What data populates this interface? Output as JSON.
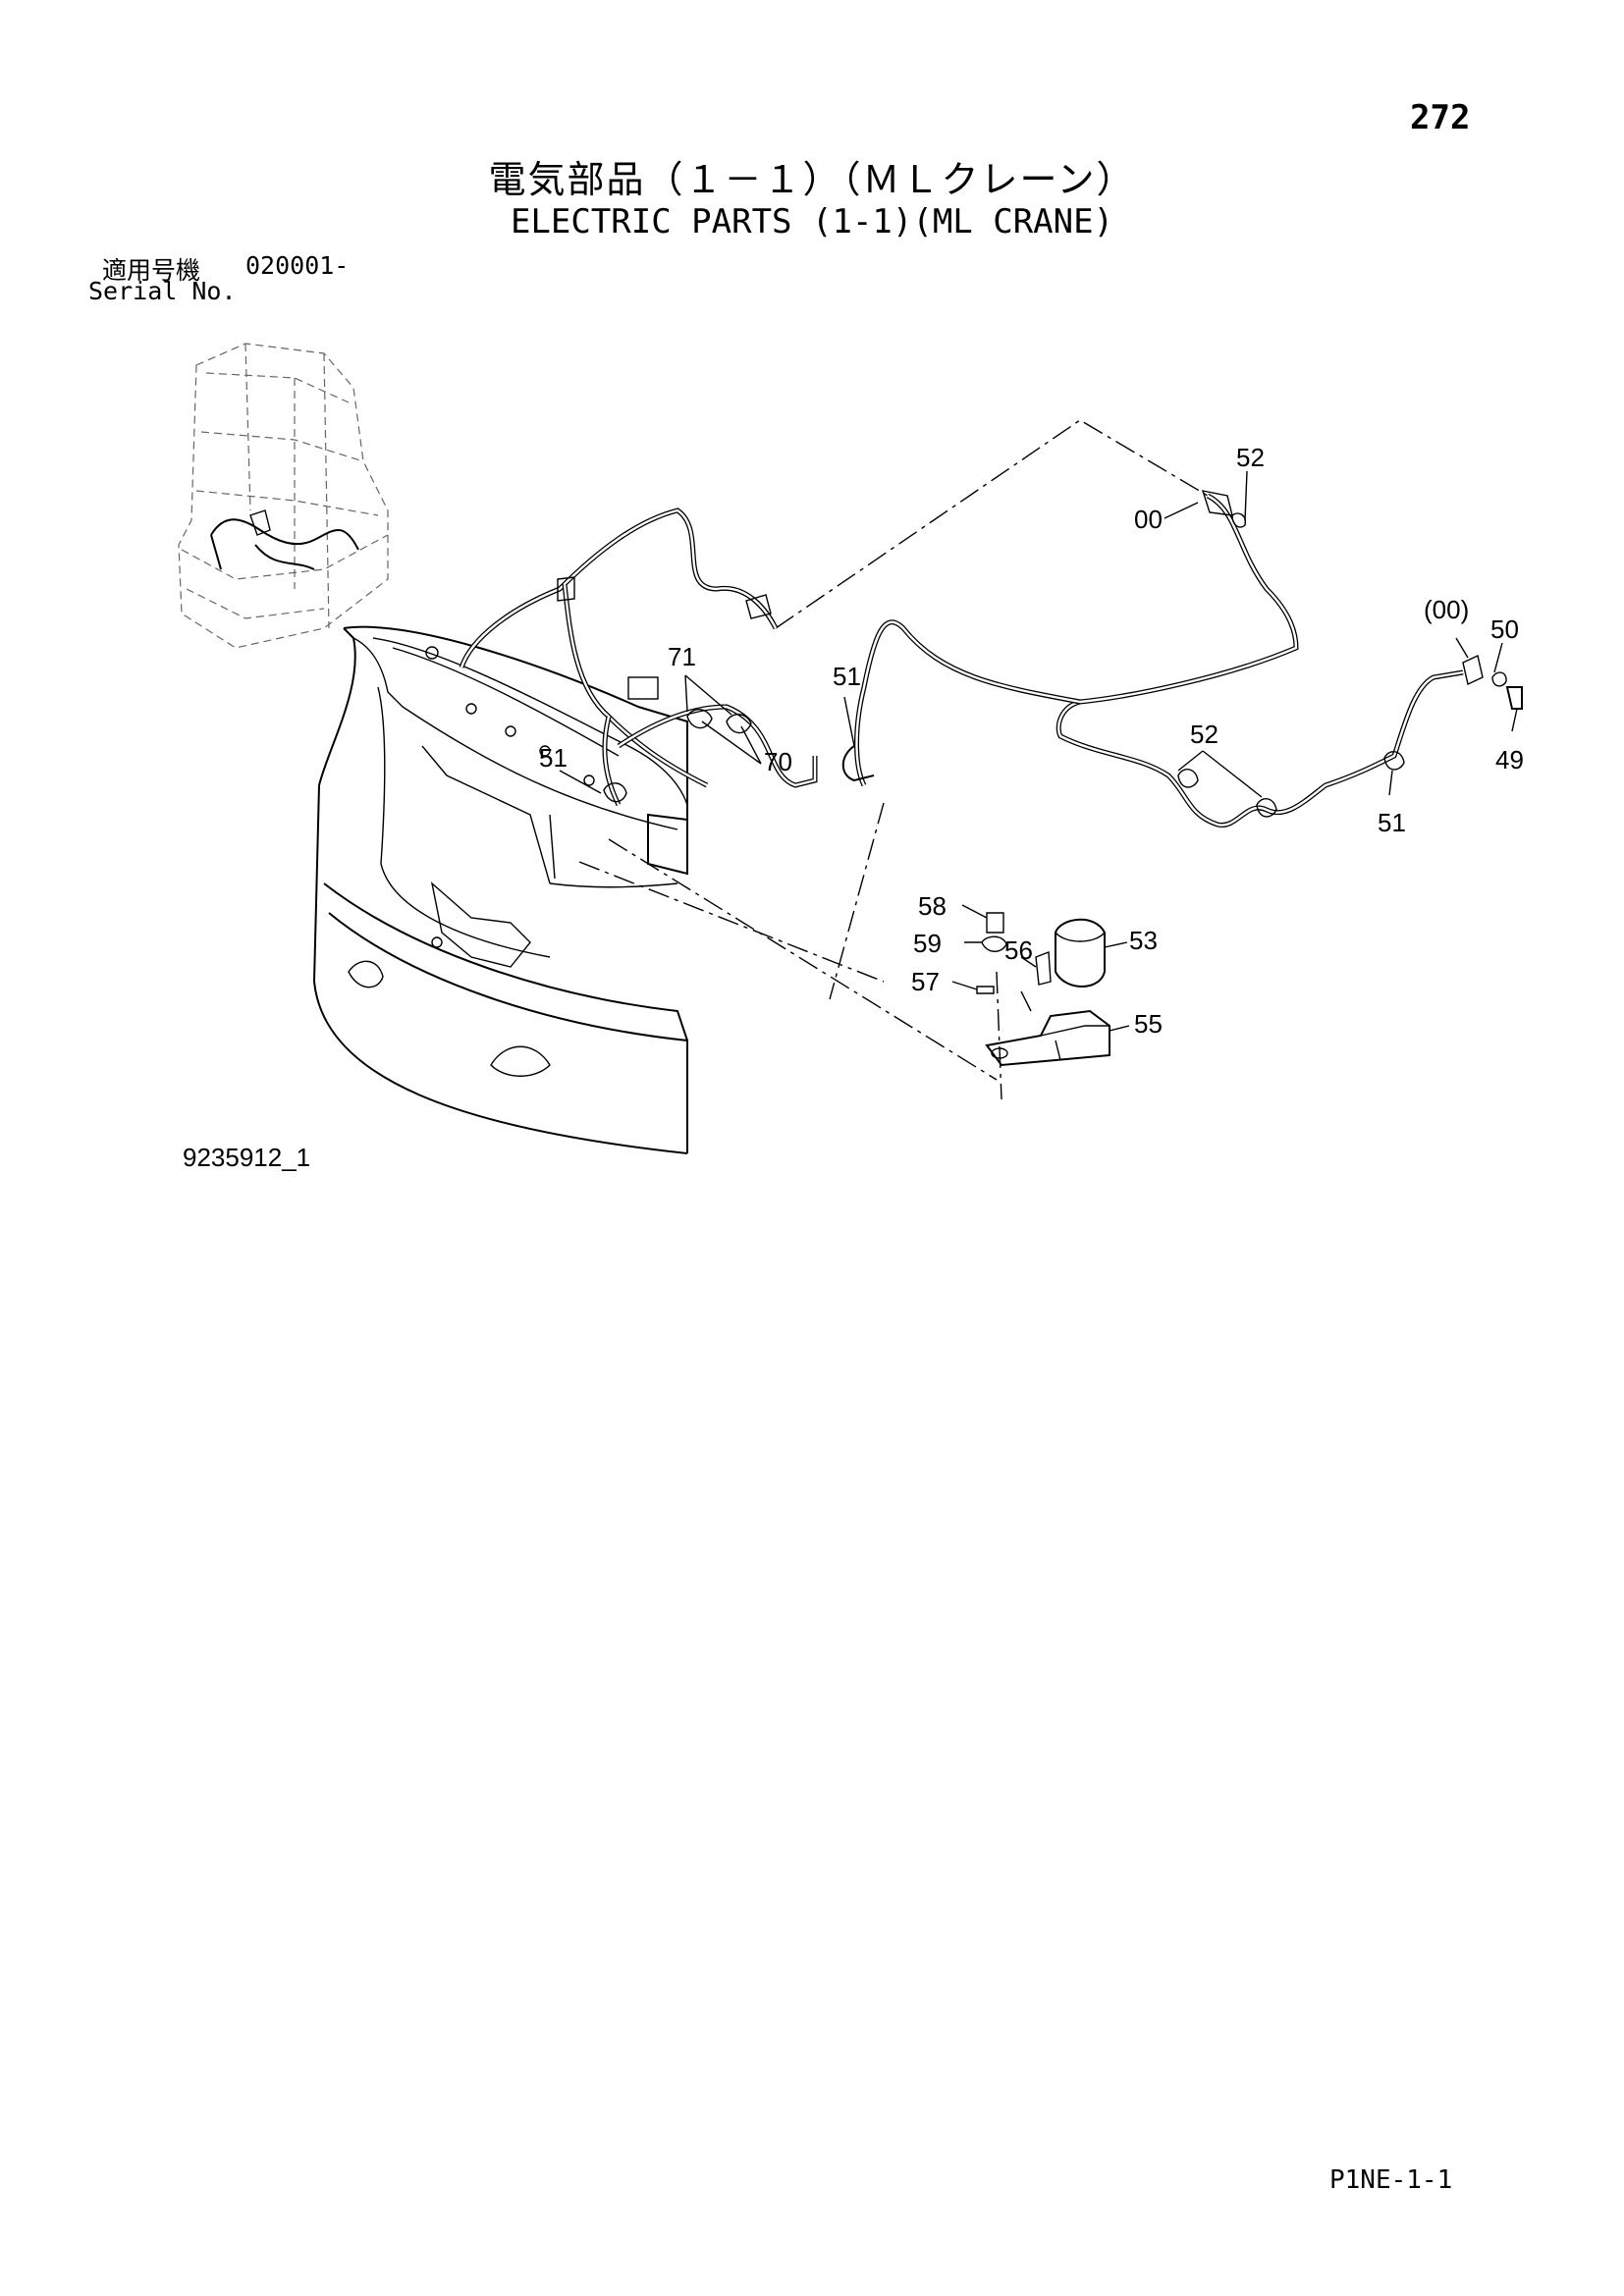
{
  "header": {
    "page_number": "272",
    "title_jp": "電気部品（１－１）（ＭＬクレーン）",
    "title_en": "ELECTRIC PARTS (1-1)(ML CRANE)",
    "serial_label_jp": "適用号機",
    "serial_value": "020001-",
    "serial_label_en": "Serial No."
  },
  "footer": {
    "figure_id": "9235912_1",
    "page_code": "P1NE-1-1"
  },
  "callouts": {
    "c52_top": "52",
    "c00": "00",
    "c00_paren": "(00)",
    "c50": "50",
    "c49": "49",
    "c51_right": "51",
    "c52_mid": "52",
    "c51_mid": "51",
    "c71": "71",
    "c70": "70",
    "c51_left": "51",
    "c58": "58",
    "c59": "59",
    "c56": "56",
    "c57": "57",
    "c53": "53",
    "c55": "55"
  }
}
